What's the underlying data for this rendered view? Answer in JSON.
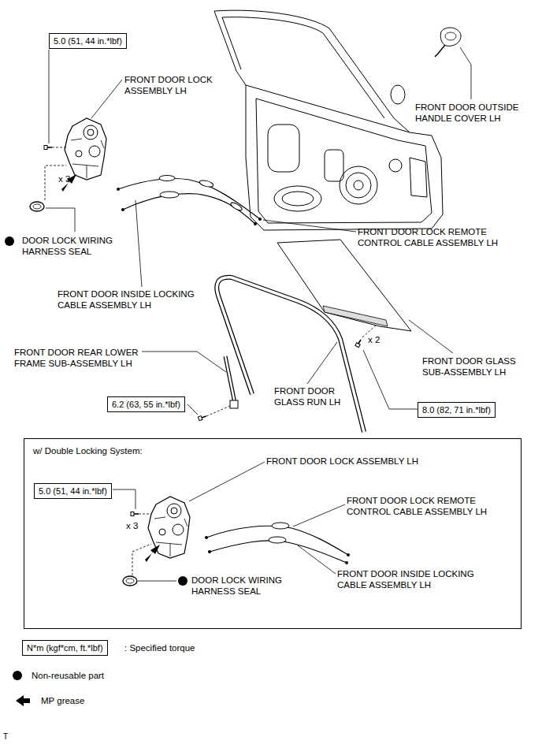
{
  "diagram": {
    "nodes": [
      {
        "text": [
          "5.0 (51, 44 in.*lbf)"
        ]
      },
      {
        "text": [
          "6.2 (63, 55 in.*lbf)"
        ]
      },
      {
        "text": [
          "8.0 (82, 71 in.*lbf)"
        ]
      },
      {
        "text": [
          "w/ Double Locking System:"
        ]
      },
      {
        "text": [
          "5.0 (51, 44 in.*lbf)"
        ],
        "in": 3
      },
      {
        "text": [
          "N*m (kgf*cm, ft.*lbf)"
        ]
      }
    ],
    "labels": [
      "FRONT DOOR LOCK ASSEMBLY LH",
      "FRONT DOOR OUTSIDE HANDLE COVER LH",
      "x 3",
      "DOOR LOCK WIRING HARNESS SEAL",
      "FRONT DOOR LOCK REMOTE CONTROL CABLE ASSEMBLY LH",
      "FRONT DOOR INSIDE LOCKING CABLE ASSEMBLY LH",
      "x 2",
      "FRONT DOOR REAR LOWER FRAME SUB-ASSEMBLY LH",
      "FRONT DOOR GLASS SUB-ASSEMBLY LH",
      "FRONT DOOR GLASS RUN LH",
      "FRONT DOOR LOCK ASSEMBLY LH",
      "FRONT DOOR LOCK REMOTE CONTROL CABLE ASSEMBLY LH",
      "x 3",
      "FRONT DOOR INSIDE LOCKING CABLE ASSEMBLY LH",
      "DOOR LOCK WIRING HARNESS SEAL",
      "T"
    ],
    "legend": [
      {
        "text": ": Specified torque"
      },
      {
        "text": "Non-reusable part"
      },
      {
        "text": "MP grease"
      }
    ]
  }
}
